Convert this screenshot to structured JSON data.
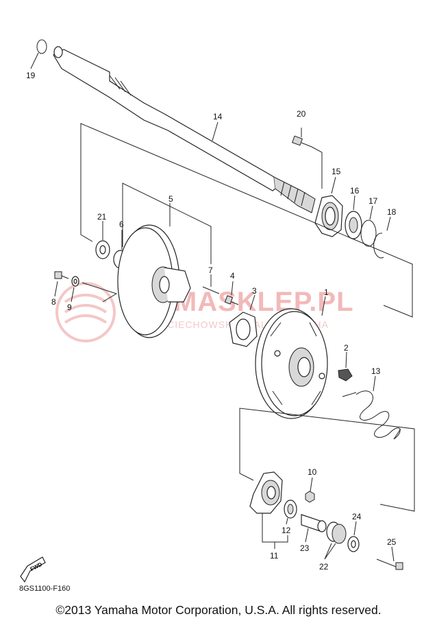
{
  "diagram": {
    "callouts": [
      {
        "id": "1",
        "text": "1"
      },
      {
        "id": "2",
        "text": "2"
      },
      {
        "id": "3",
        "text": "3"
      },
      {
        "id": "4",
        "text": "4"
      },
      {
        "id": "5",
        "text": "5"
      },
      {
        "id": "6",
        "text": "6"
      },
      {
        "id": "7",
        "text": "7"
      },
      {
        "id": "8",
        "text": "8"
      },
      {
        "id": "9",
        "text": "9"
      },
      {
        "id": "10",
        "text": "10"
      },
      {
        "id": "11",
        "text": "11"
      },
      {
        "id": "12",
        "text": "12"
      },
      {
        "id": "13",
        "text": "13"
      },
      {
        "id": "14",
        "text": "14"
      },
      {
        "id": "15",
        "text": "15"
      },
      {
        "id": "16",
        "text": "16"
      },
      {
        "id": "17",
        "text": "17"
      },
      {
        "id": "18",
        "text": "18"
      },
      {
        "id": "19",
        "text": "19"
      },
      {
        "id": "20",
        "text": "20"
      },
      {
        "id": "21",
        "text": "21"
      },
      {
        "id": "22",
        "text": "22"
      },
      {
        "id": "23",
        "text": "23"
      },
      {
        "id": "24",
        "text": "24"
      },
      {
        "id": "25",
        "text": "25"
      }
    ],
    "fwd_label": "FWD",
    "diagram_code": "8GS1100-F160"
  },
  "watermark": {
    "main": "YAMASKLEP.PL",
    "sub": "WOJCIECHOWSKI DEALER YAMAHA"
  },
  "footer": {
    "copyright": "©2013 Yamaha Motor Corporation, U.S.A. All rights reserved."
  },
  "colors": {
    "line": "#222222",
    "watermark": "#f2b9b9"
  }
}
